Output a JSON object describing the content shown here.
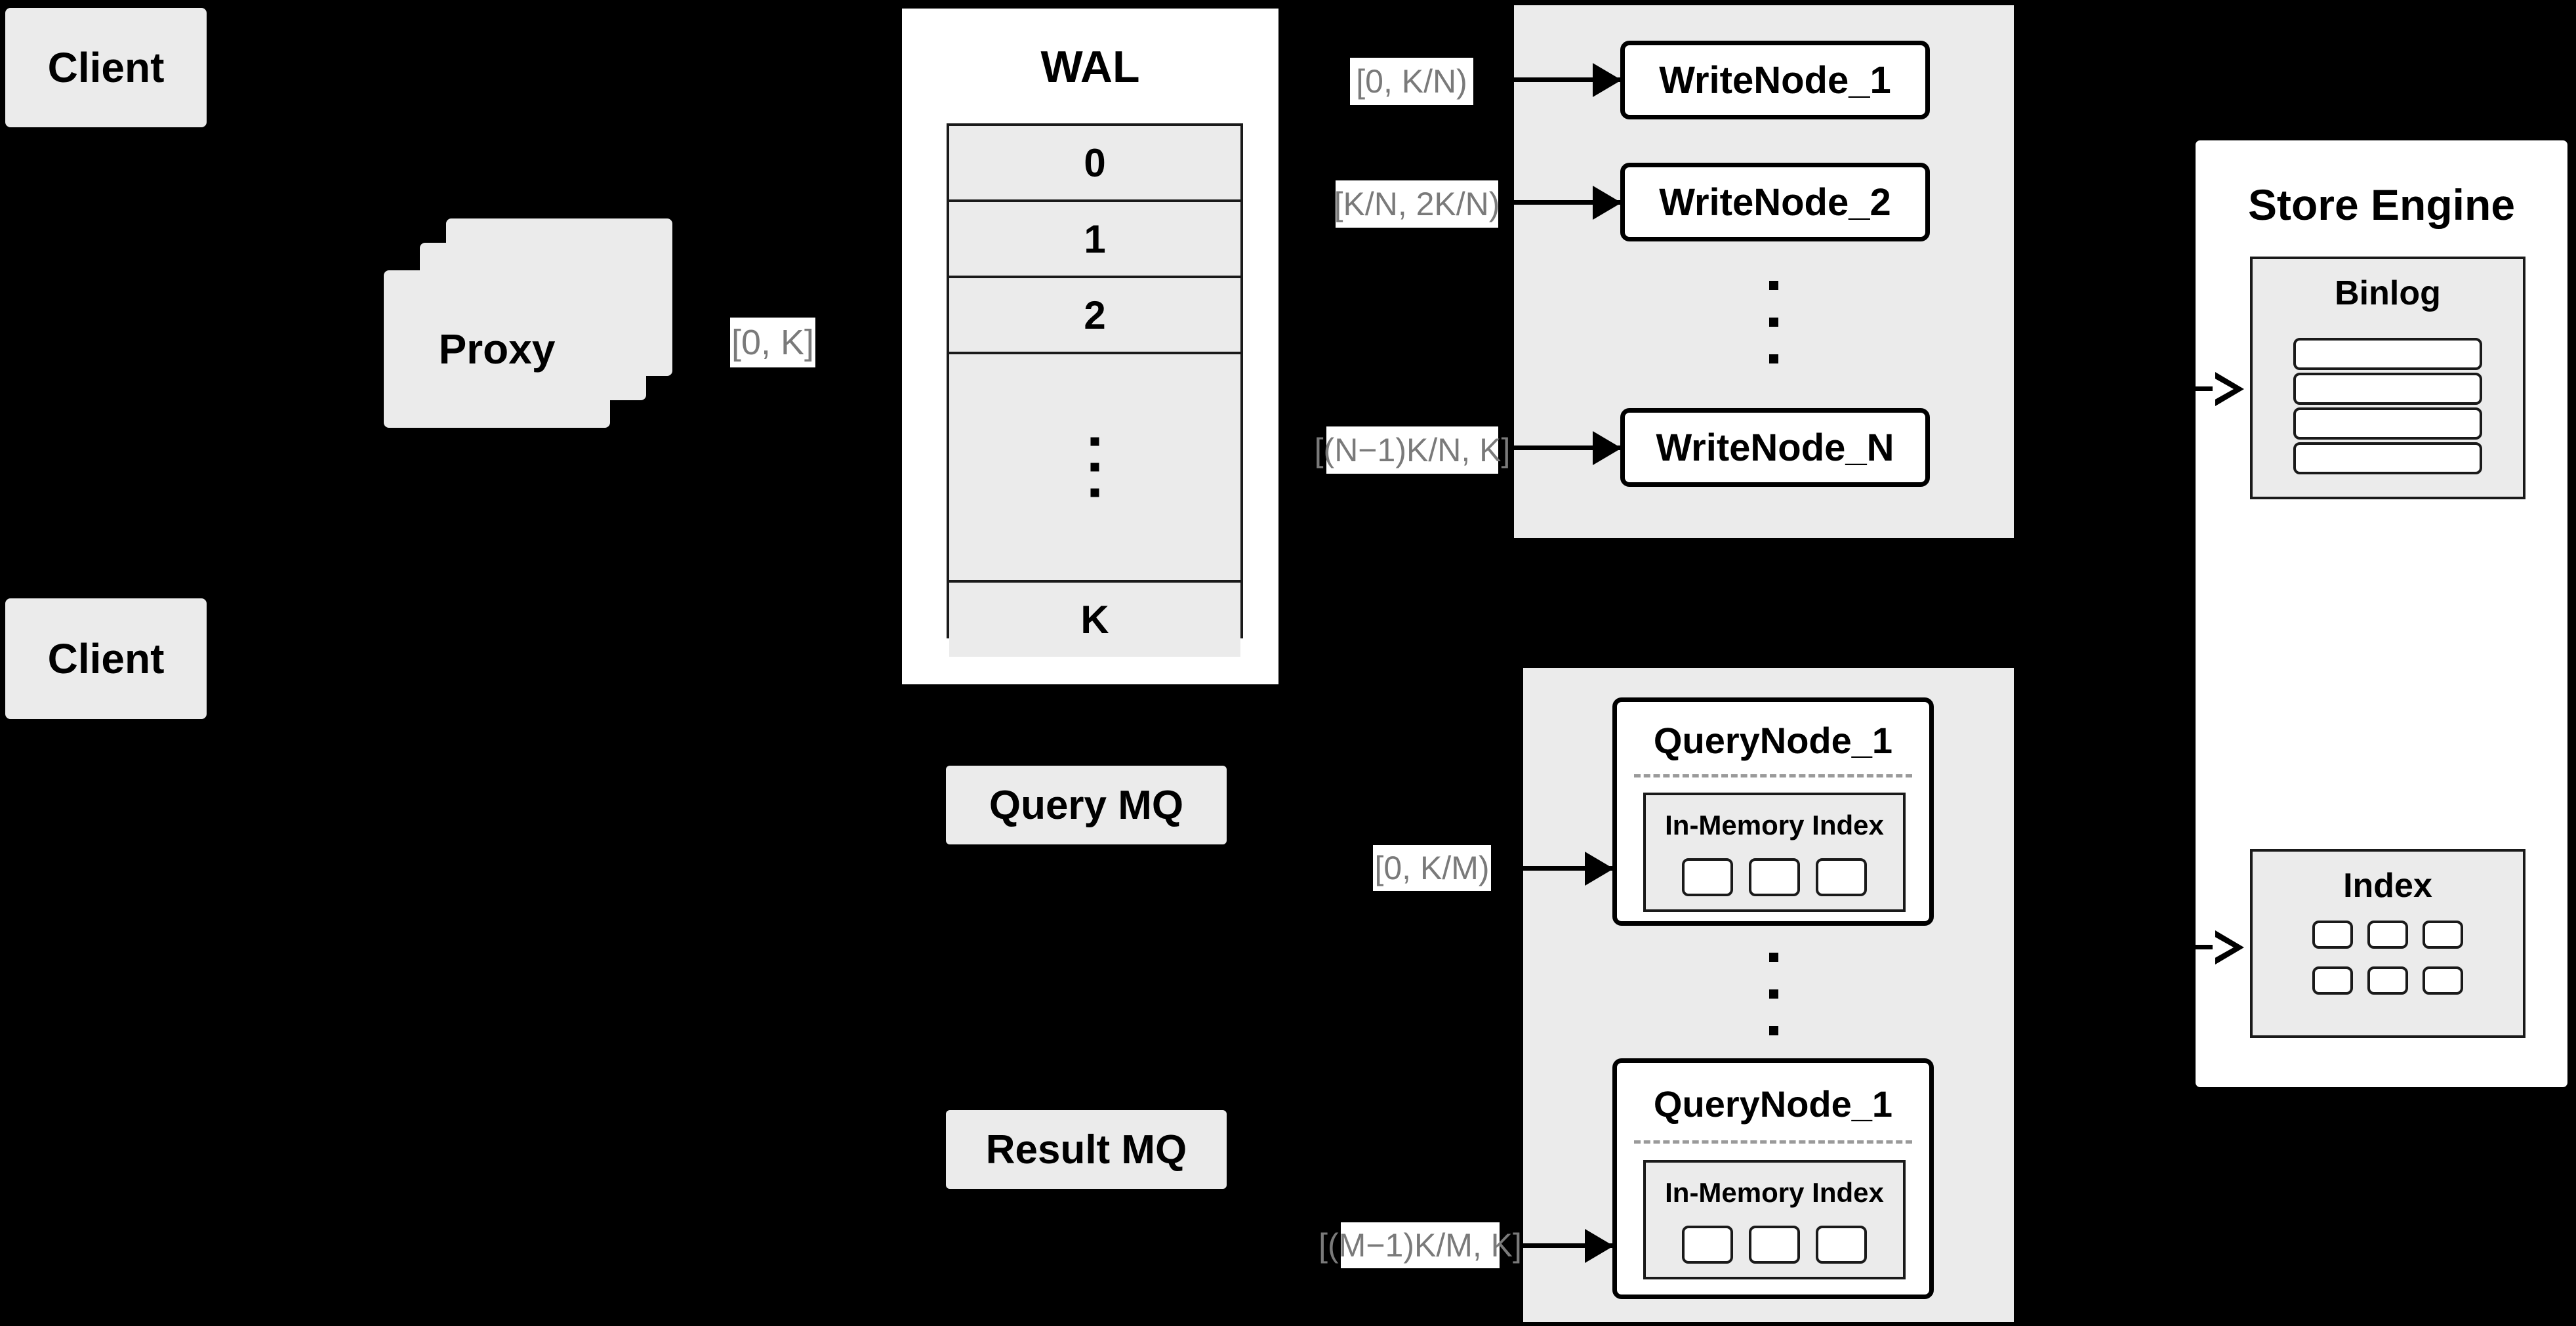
{
  "diagram": {
    "title": "Distributed write/query architecture",
    "colors": {
      "background": "#000000",
      "box_fill": "#ebebeb",
      "panel_fill": "#ffffff",
      "stroke": "#000000",
      "label_text": "#7a7a7a",
      "dashed_separator": "#9a9a9a"
    }
  },
  "clients": [
    {
      "label": "Client"
    },
    {
      "label": "Client"
    }
  ],
  "proxy": {
    "label": "Proxy",
    "stack_count": 3,
    "range_label": "[0, K]"
  },
  "wal": {
    "title": "WAL",
    "rows": [
      "0",
      "1",
      "2",
      "⋮",
      "K"
    ],
    "ellipsis_row_index": 3
  },
  "write_cluster": {
    "nodes": [
      {
        "label": "WriteNode_1",
        "range_label": "[0,  K/N)"
      },
      {
        "label": "WriteNode_2",
        "range_label": "[K/N, 2K/N)"
      },
      {
        "label": "WriteNode_N",
        "range_label": "[(N−1)K/N,  K]"
      }
    ],
    "ellipsis": "⋮"
  },
  "query_cluster": {
    "nodes": [
      {
        "label": "QueryNode_1",
        "range_label": "[0, K/M)",
        "inner": {
          "title": "In-Memory Index",
          "cell_count": 3
        }
      },
      {
        "label": "QueryNode_1",
        "range_label": "[(M−1)K/M, K]",
        "inner": {
          "title": "In-Memory Index",
          "cell_count": 3
        }
      }
    ],
    "ellipsis": "⋮"
  },
  "message_queues": [
    {
      "label": "Query MQ"
    },
    {
      "label": "Result MQ"
    }
  ],
  "store_engine": {
    "title": "Store Engine",
    "binlog": {
      "title": "Binlog",
      "bar_count": 4
    },
    "index": {
      "title": "Index",
      "cell_rows": 2,
      "cell_cols": 3
    }
  }
}
